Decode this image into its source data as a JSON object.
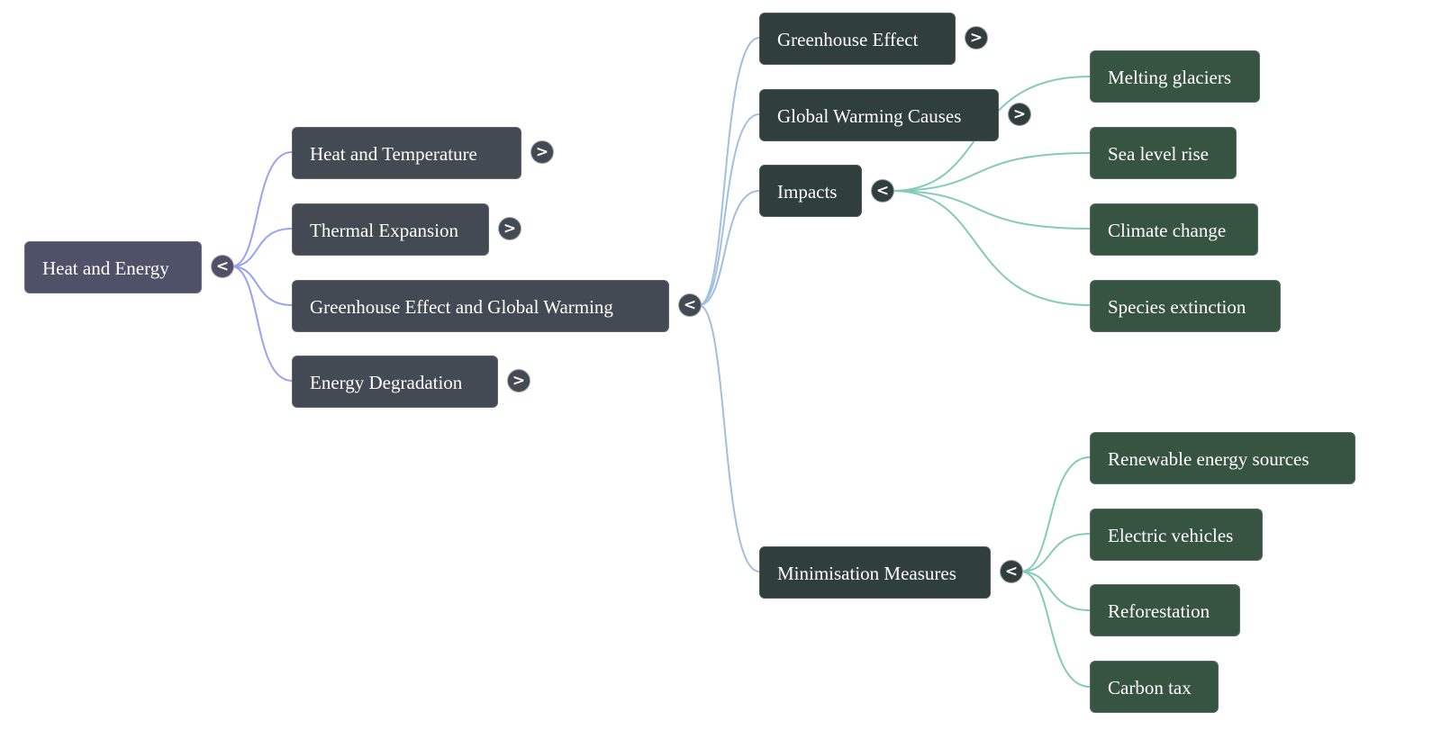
{
  "mindmap": {
    "root": {
      "label": "Heat and Energy",
      "toggle": "<"
    },
    "level1": [
      {
        "label": "Heat and Temperature",
        "toggle": ">"
      },
      {
        "label": "Thermal Expansion",
        "toggle": ">"
      },
      {
        "label": "Greenhouse Effect and Global Warming",
        "toggle": "<"
      },
      {
        "label": "Energy Degradation",
        "toggle": ">"
      }
    ],
    "level2": [
      {
        "label": "Greenhouse Effect",
        "toggle": ">"
      },
      {
        "label": "Global Warming Causes",
        "toggle": ">"
      },
      {
        "label": "Impacts",
        "toggle": "<"
      },
      {
        "label": "Minimisation Measures",
        "toggle": "<"
      }
    ],
    "impacts": [
      {
        "label": "Melting glaciers"
      },
      {
        "label": "Sea level rise"
      },
      {
        "label": "Climate change"
      },
      {
        "label": "Species extinction"
      }
    ],
    "measures": [
      {
        "label": "Renewable energy sources"
      },
      {
        "label": "Electric vehicles"
      },
      {
        "label": "Reforestation"
      },
      {
        "label": "Carbon tax"
      }
    ]
  },
  "colors": {
    "root_node": "#4f5168",
    "level1_node": "#434a53",
    "level2_node": "#313f3c",
    "leaf_node": "#375443",
    "link_root": "#9aa3f0",
    "link_level1": "#a3bfe0",
    "link_level2": "#86cbb6"
  }
}
